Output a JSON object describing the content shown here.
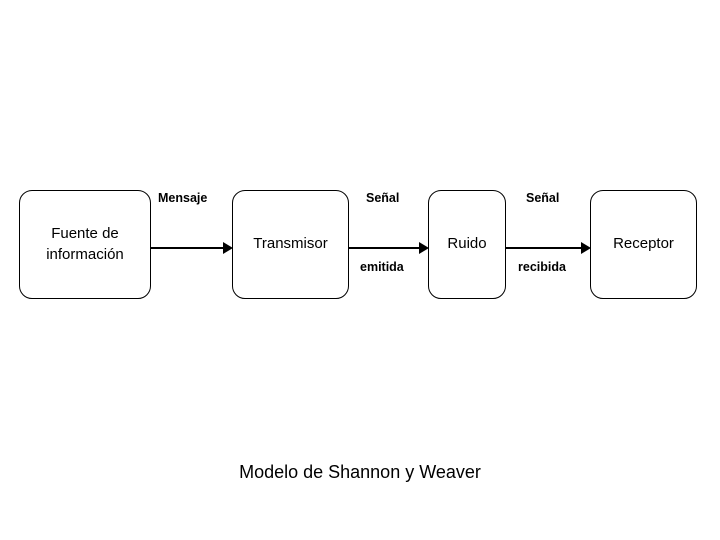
{
  "diagram": {
    "title": "Modelo de Shannon y Weaver",
    "type": "flow-diagram",
    "orientation": "left-to-right",
    "background_color": "#ffffff",
    "stroke_color": "#000000",
    "nodes": [
      {
        "id": "fuente",
        "label": "Fuente de\ninformación",
        "shape": "rounded-rectangle"
      },
      {
        "id": "transmisor",
        "label": "Transmisor",
        "shape": "rounded-rectangle"
      },
      {
        "id": "ruido",
        "label": "Ruido",
        "shape": "rounded-rectangle"
      },
      {
        "id": "receptor",
        "label": "Receptor",
        "shape": "rounded-rectangle"
      }
    ],
    "edges": [
      {
        "id": "edge-mensaje",
        "from": "fuente",
        "to": "transmisor",
        "label_above": "Mensaje",
        "label_below": "",
        "arrowhead": "filled-triangle"
      },
      {
        "id": "edge-senal-emitida",
        "from": "transmisor",
        "to": "ruido",
        "label_above": "Señal",
        "label_below": "emitida",
        "arrowhead": "filled-triangle"
      },
      {
        "id": "edge-senal-recibida",
        "from": "ruido",
        "to": "receptor",
        "label_above": "Señal",
        "label_below": "recibida",
        "arrowhead": "filled-triangle"
      }
    ]
  }
}
